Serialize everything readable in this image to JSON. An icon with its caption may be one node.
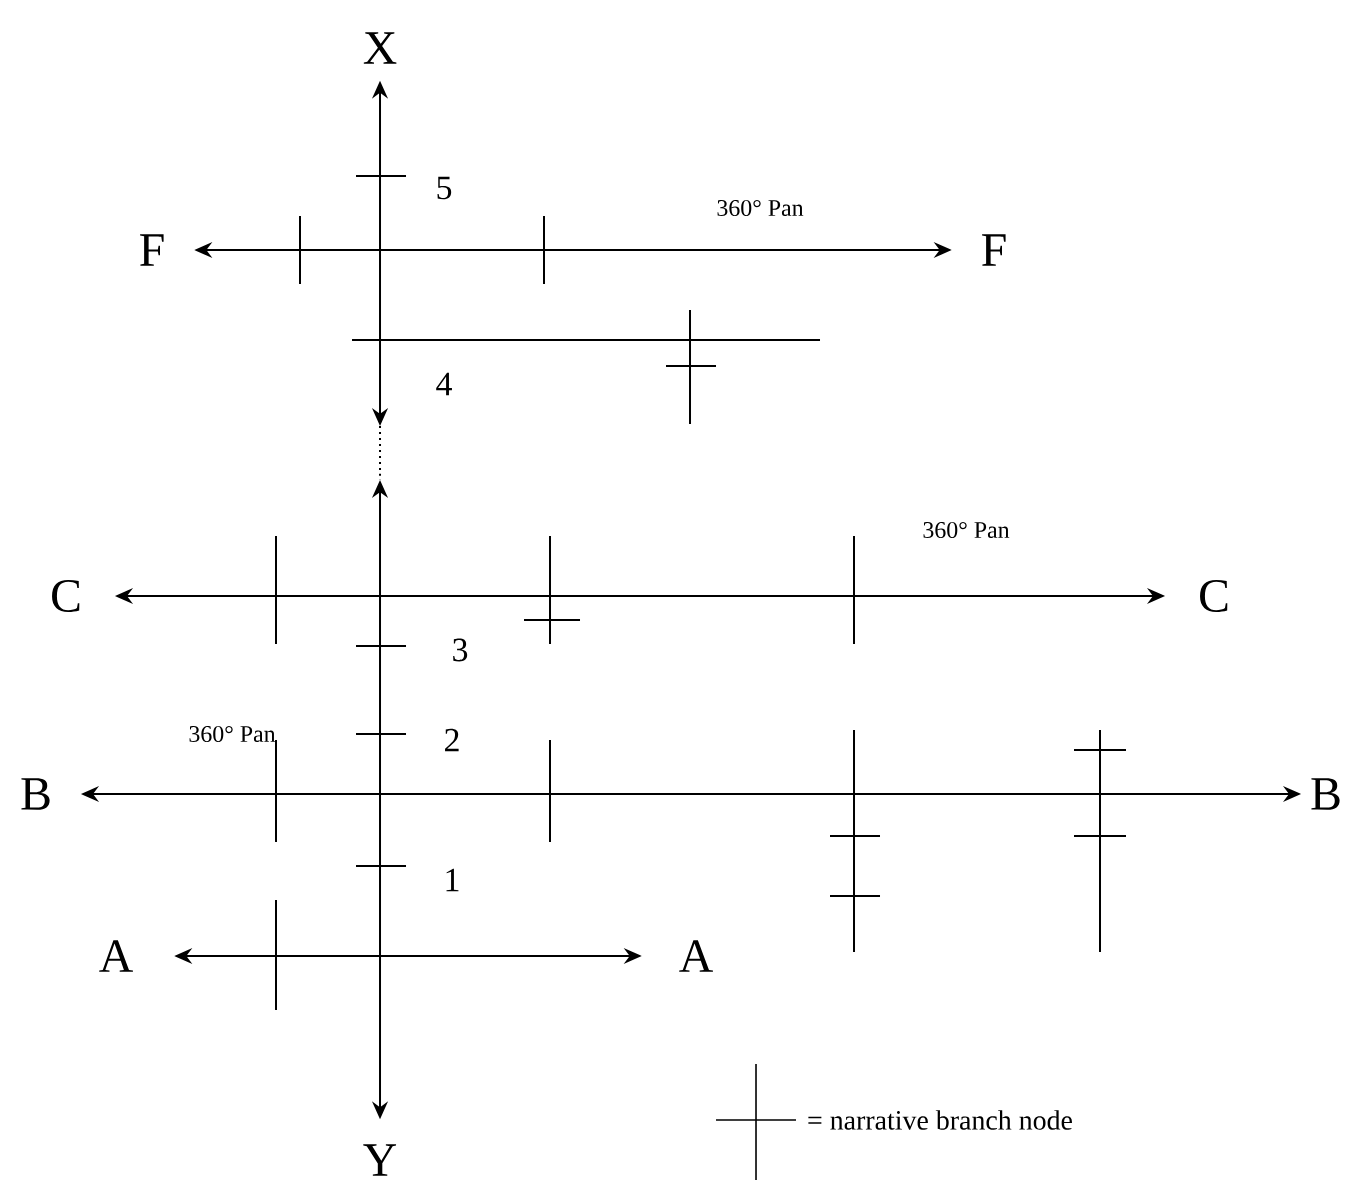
{
  "diagram": {
    "nodes": [
      {
        "text": [
          "X"
        ]
      },
      {
        "text": [
          "F"
        ]
      },
      {
        "text": [
          "F"
        ]
      },
      {
        "text": [
          "C"
        ]
      },
      {
        "text": [
          "C"
        ]
      },
      {
        "text": [
          "B"
        ]
      },
      {
        "text": [
          "B"
        ]
      },
      {
        "text": [
          "A"
        ]
      },
      {
        "text": [
          "A"
        ]
      },
      {
        "text": [
          "Y"
        ]
      }
    ],
    "edges": [
      {
        "from": null,
        "to": 0,
        "arrow": "both"
      },
      {
        "from": 1,
        "to": 2,
        "arrow": "both"
      },
      {
        "from": 3,
        "to": 4,
        "arrow": "both"
      },
      {
        "from": 5,
        "to": 6,
        "arrow": "both"
      },
      {
        "from": 7,
        "to": 8,
        "arrow": "both"
      },
      {
        "from": null,
        "to": 9,
        "arrow": "both"
      }
    ],
    "labels": [
      "5",
      "360° Pan",
      "4",
      "360° Pan",
      "3",
      "360° Pan",
      "2",
      "1"
    ],
    "legend": [
      {
        "text": "= narrative branch node"
      }
    ]
  }
}
